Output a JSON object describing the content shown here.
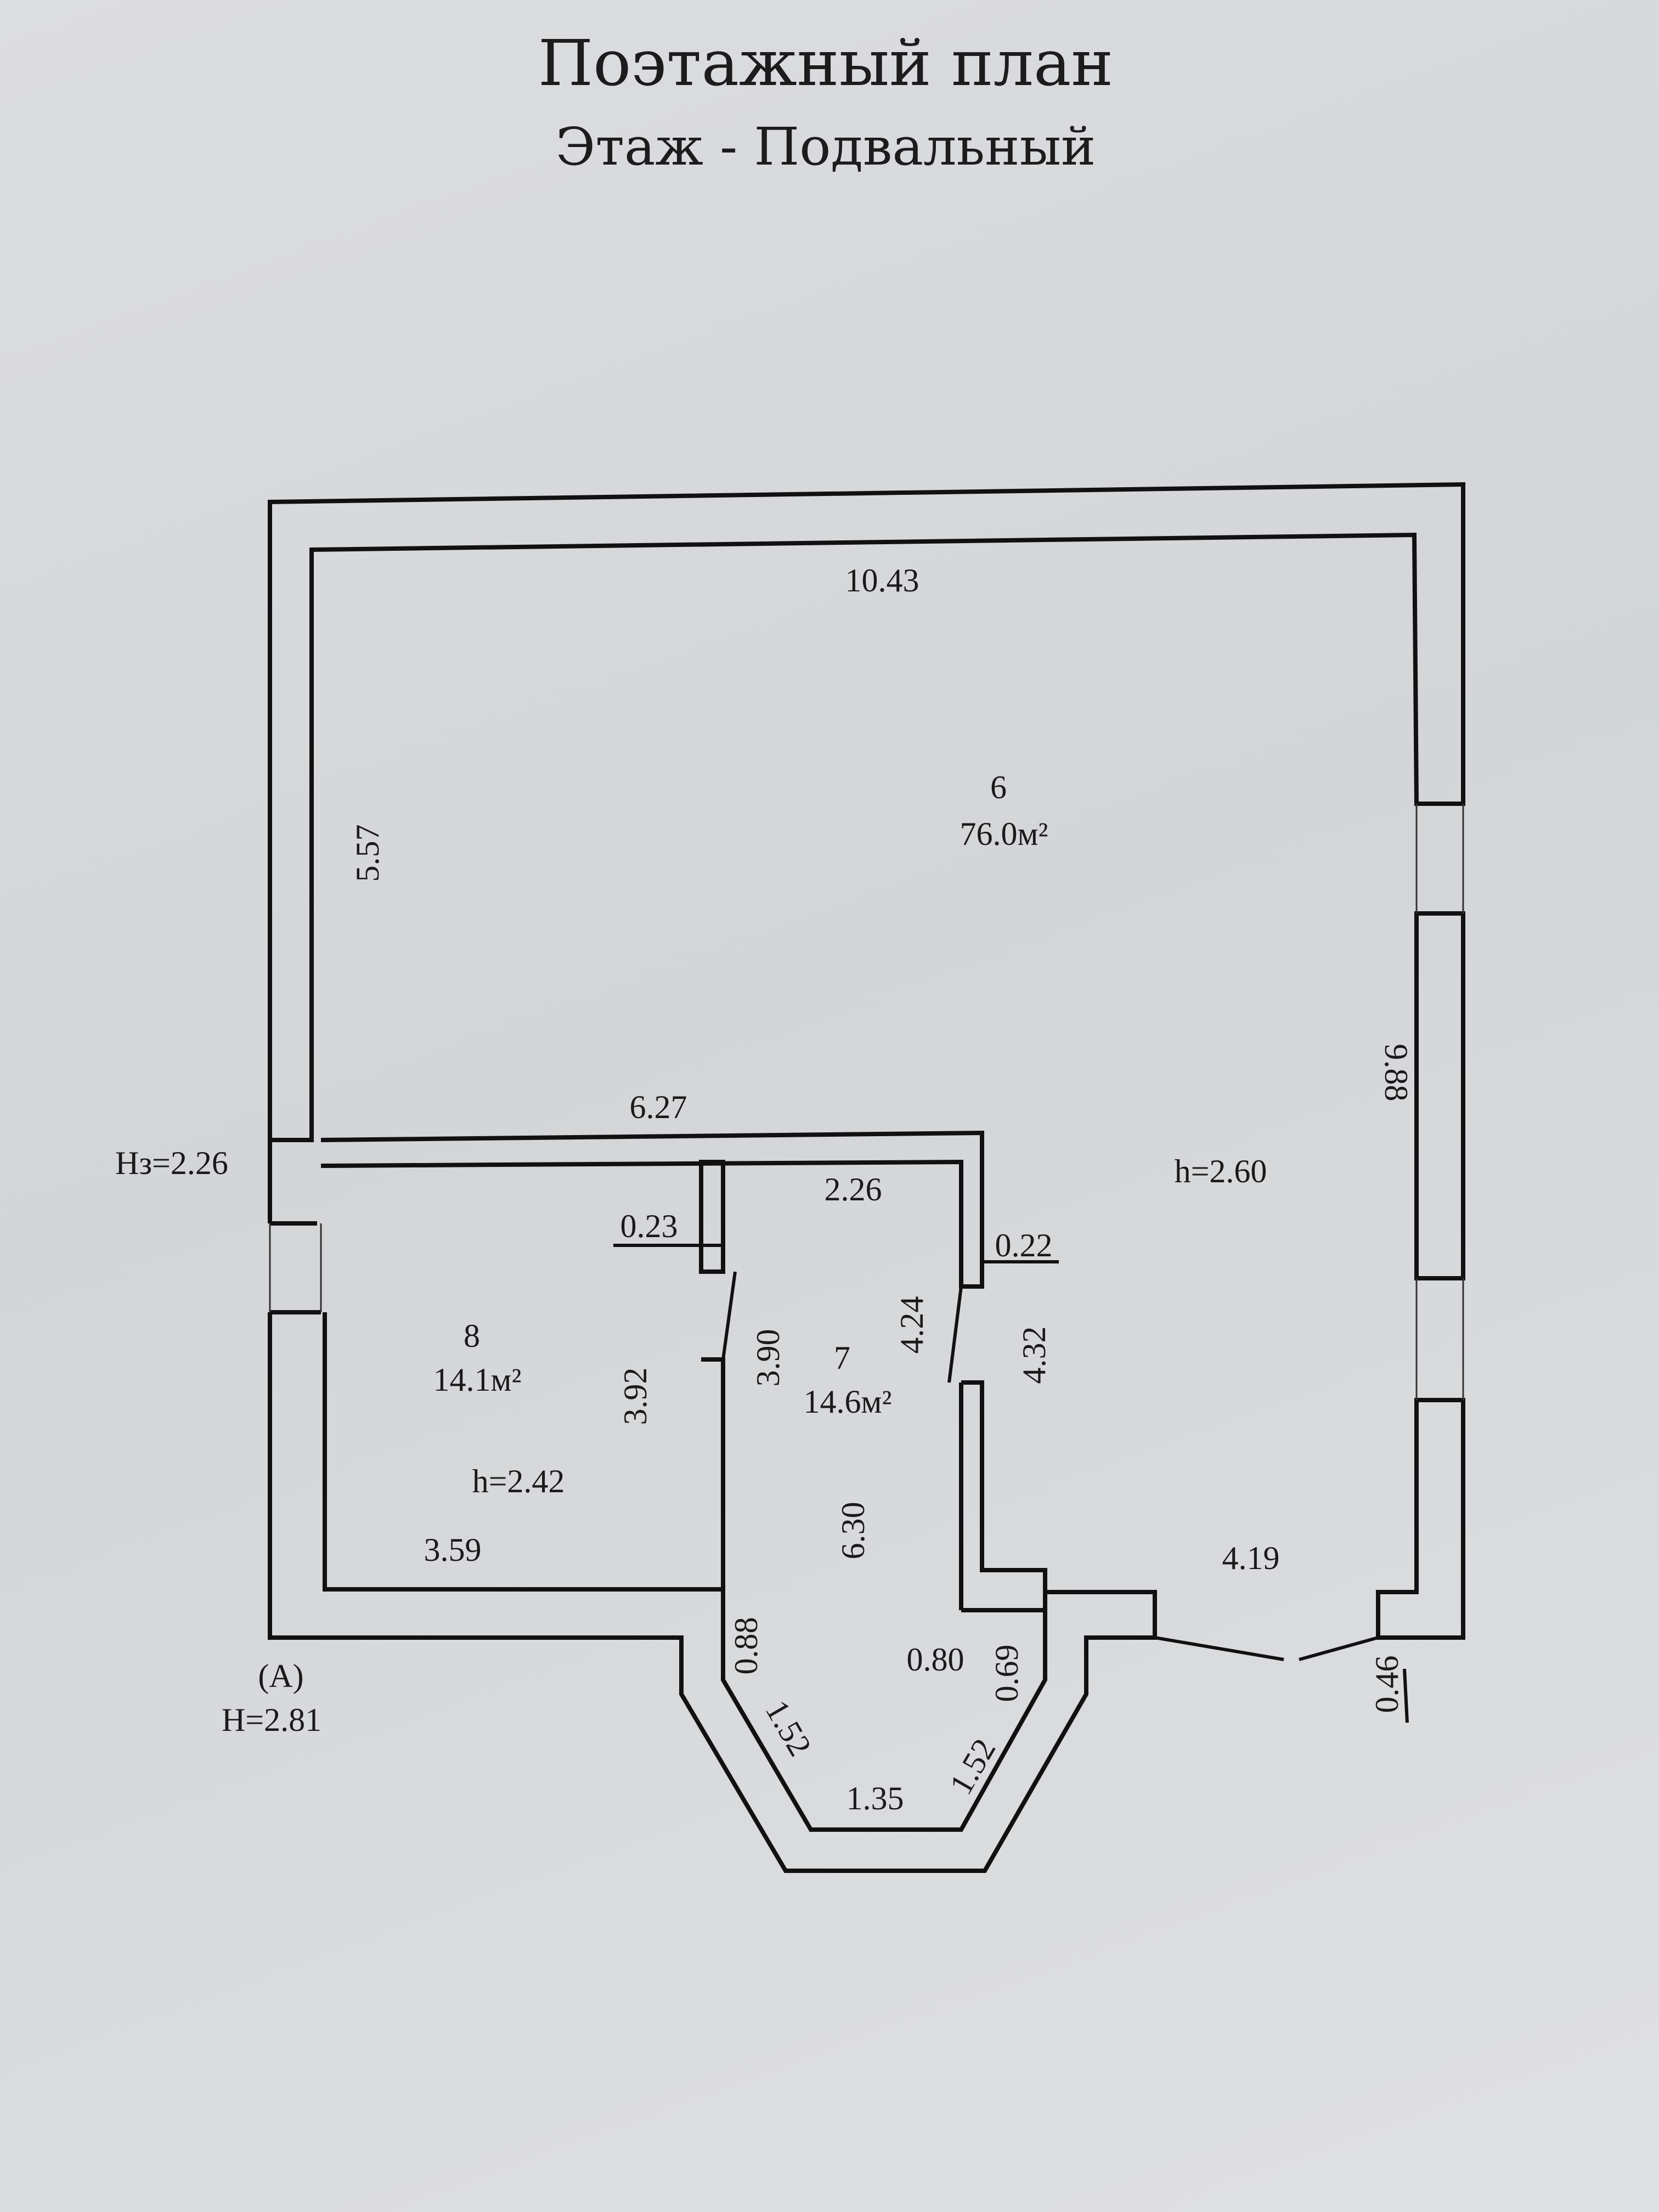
{
  "title": "Поэтажный план",
  "subtitle": "Этаж - Подвальный",
  "rooms": [
    {
      "number": "6",
      "area": "76.0м²",
      "height": "h=2.60"
    },
    {
      "number": "8",
      "area": "14.1м²",
      "height": "h=2.42"
    },
    {
      "number": "7",
      "area": "14.6м²"
    }
  ],
  "dimensions": {
    "top": "10.43",
    "left_upper": "5.57",
    "right": "9.88",
    "partition_top": "6.27",
    "room7_top": "2.26",
    "wall_023": "0.23",
    "wall_022": "0.22",
    "room7_left": "3.90",
    "room7_right": "4.24",
    "right_of_room7": "4.32",
    "room8_right": "3.92",
    "room8_bottom": "3.59",
    "room7_length": "6.30",
    "bottom_right": "4.19",
    "bay_left": "0.88",
    "bay_diag_left": "1.52",
    "bay_bottom": "1.35",
    "bay_diag_right": "1.52",
    "bay_right_width": "0.80",
    "bay_right_side": "0.69",
    "corner_right": "0.46"
  },
  "notes": {
    "hz": "Нз=2.26",
    "a_label": "(А)",
    "h_total": "Н=2.81"
  }
}
